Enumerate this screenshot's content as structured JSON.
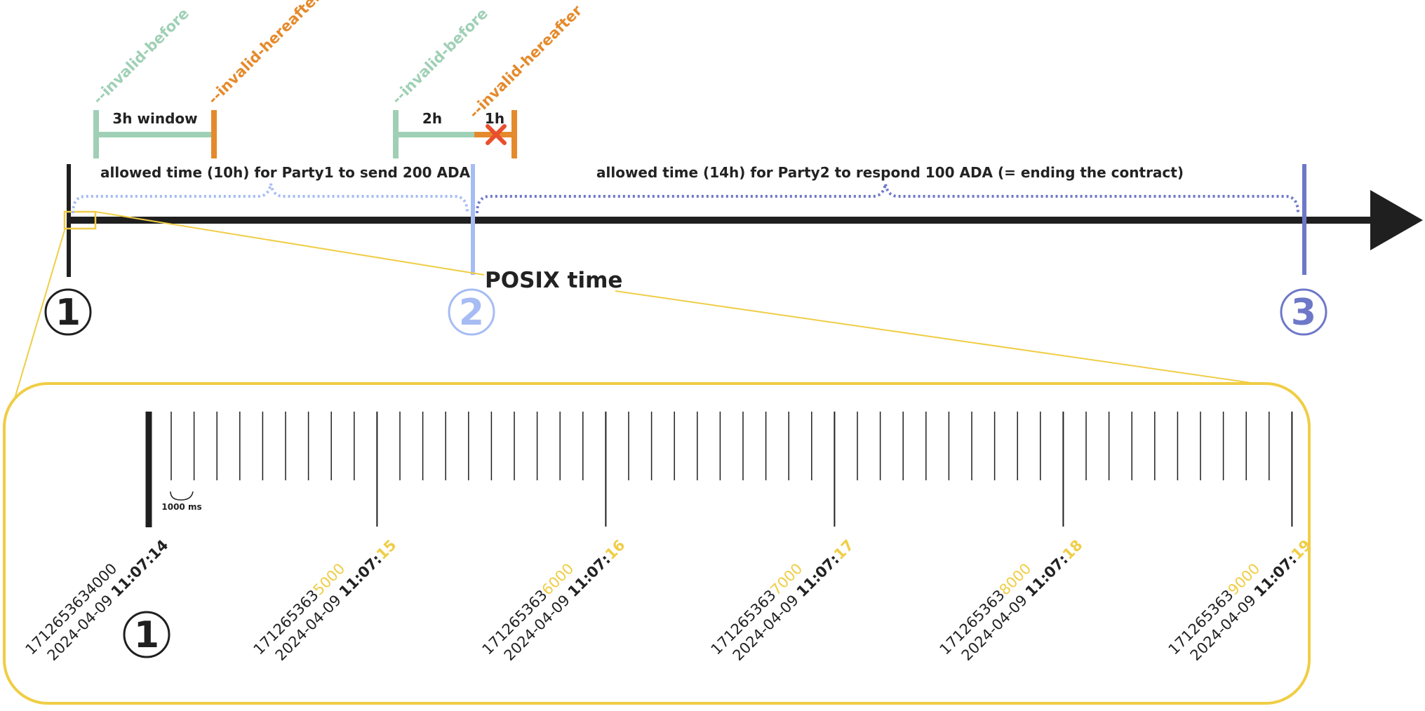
{
  "colors": {
    "axis": "#1f1f1f",
    "green": "#9fd0b5",
    "orange": "#e58a2c",
    "party1_blue": "#a6bcf3",
    "party2_blue": "#6e78c8",
    "highlight": "#f0cd45",
    "cross": "#e84f2d"
  },
  "top": {
    "axis_label": "POSIX time",
    "markers": [
      "1",
      "2",
      "3"
    ],
    "window1": {
      "before_label": "--invalid-before",
      "hereafter_label": "--invalid-hereafter",
      "span_label": "3h window"
    },
    "window2": {
      "before_label": "--invalid-before",
      "hereafter_label": "--invalid-hereafter",
      "valid_label": "2h",
      "invalid_label": "1h"
    },
    "range1_label": "allowed time (10h) for Party1 to send 200 ADA",
    "range2_label": "allowed time (14h) for Party2 to respond 100 ADA (= ending the contract)"
  },
  "zoom": {
    "marker": "1",
    "interval_label": "1000 ms",
    "ticks": [
      {
        "posix_prefix": "1712653634000",
        "posix_suffix": "",
        "date": "2024-04-09 ",
        "time_prefix": "11:07:14",
        "time_suffix": ""
      },
      {
        "posix_prefix": "171265363",
        "posix_suffix": "5000",
        "date": "2024-04-09 ",
        "time_prefix": "11:07:",
        "time_suffix": "15"
      },
      {
        "posix_prefix": "171265363",
        "posix_suffix": "6000",
        "date": "2024-04-09 ",
        "time_prefix": "11:07:",
        "time_suffix": "16"
      },
      {
        "posix_prefix": "171265363",
        "posix_suffix": "7000",
        "date": "2024-04-09 ",
        "time_prefix": "11:07:",
        "time_suffix": "17"
      },
      {
        "posix_prefix": "171265363",
        "posix_suffix": "8000",
        "date": "2024-04-09 ",
        "time_prefix": "11:07:",
        "time_suffix": "18"
      },
      {
        "posix_prefix": "171265363",
        "posix_suffix": "9000",
        "date": "2024-04-09 ",
        "time_prefix": "11:07:",
        "time_suffix": "19"
      }
    ]
  }
}
